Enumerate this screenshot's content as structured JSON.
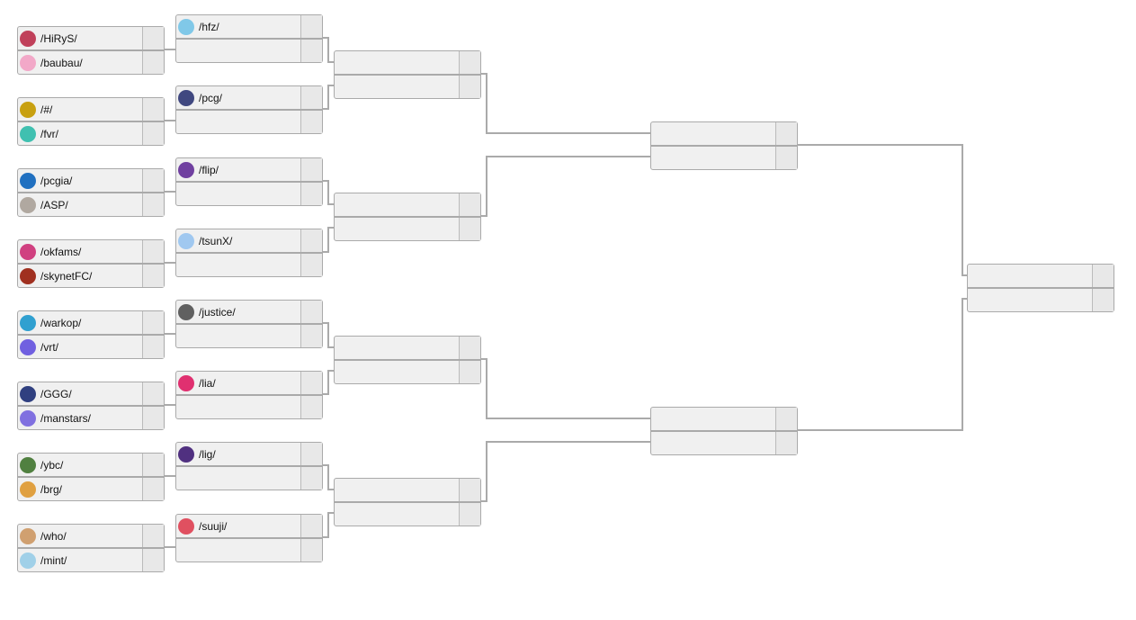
{
  "rounds": [
    [
      [
        "/HiRyS/",
        "/baubau/"
      ],
      [
        "/#/",
        "/fvr/"
      ],
      [
        "/pcgia/",
        "/ASP/"
      ],
      [
        "/okfams/",
        "/skynetFC/"
      ],
      [
        "/warkop/",
        "/vrt/"
      ],
      [
        "/GGG/",
        "/manstars/"
      ],
      [
        "/ybc/",
        "/brg/"
      ],
      [
        "/who/",
        "/mint/"
      ]
    ],
    [
      [
        "/hfz/",
        ""
      ],
      [
        "/pcg/",
        ""
      ],
      [
        "/flip/",
        ""
      ],
      [
        "/tsunX/",
        ""
      ],
      [
        "/justice/",
        ""
      ],
      [
        "/lia/",
        ""
      ],
      [
        "/lig/",
        ""
      ],
      [
        "/suuji/",
        ""
      ]
    ],
    [
      [
        "",
        ""
      ],
      [
        "",
        ""
      ],
      [
        "",
        ""
      ],
      [
        "",
        ""
      ]
    ],
    [
      [
        "",
        ""
      ],
      [
        "",
        ""
      ]
    ],
    [
      [
        "",
        ""
      ]
    ]
  ],
  "icon_colors": {
    "/HiRyS/": "#c0405a",
    "/baubau/": "#f2a8c8",
    "/#/": "#c8a010",
    "/fvr/": "#40c0b0",
    "/pcgia/": "#2070c0",
    "/ASP/": "#b0a8a0",
    "/okfams/": "#d04080",
    "/skynetFC/": "#a03020",
    "/warkop/": "#30a0d0",
    "/vrt/": "#7060e0",
    "/GGG/": "#304080",
    "/manstars/": "#8070e0",
    "/ybc/": "#508040",
    "/brg/": "#e0a040",
    "/who/": "#d0a070",
    "/mint/": "#a0d0e8",
    "/hfz/": "#80c8e8",
    "/pcg/": "#404880",
    "/flip/": "#7040a0",
    "/tsunX/": "#a0c8f0",
    "/justice/": "#606060",
    "/lia/": "#e03070",
    "/lig/": "#503080",
    "/suuji/": "#e05060"
  }
}
